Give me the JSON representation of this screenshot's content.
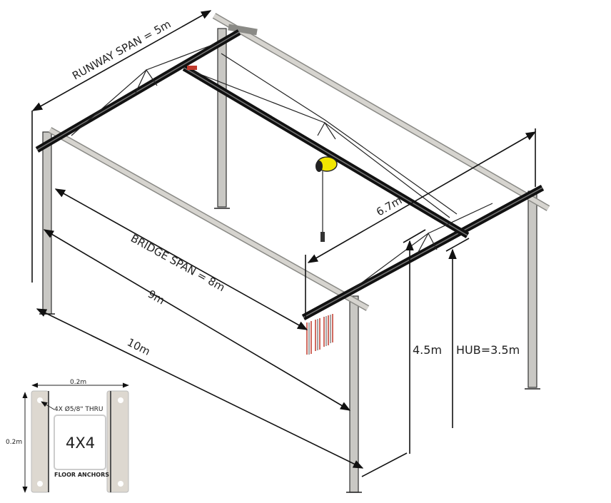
{
  "dimensions": {
    "runway_span": "RUNWAY SPAN = 5m",
    "bridge_span": "BRIDGE SPAN = 8m",
    "length_9": "9m",
    "length_10": "10m",
    "width_6_7": "6.7m",
    "height_4_5": "4.5m",
    "hub": "HUB=3.5m"
  },
  "anchor_inset": {
    "width": "0.2m",
    "height": "0.2m",
    "holes": "4X Ø5/8\" THRU",
    "post": "4X4",
    "caption": "FLOOR ANCHORS"
  },
  "colors": {
    "hoist": "#f2e600",
    "beam": "#111111",
    "tube": "#d6d4cf",
    "festoon": "#c0392b"
  }
}
